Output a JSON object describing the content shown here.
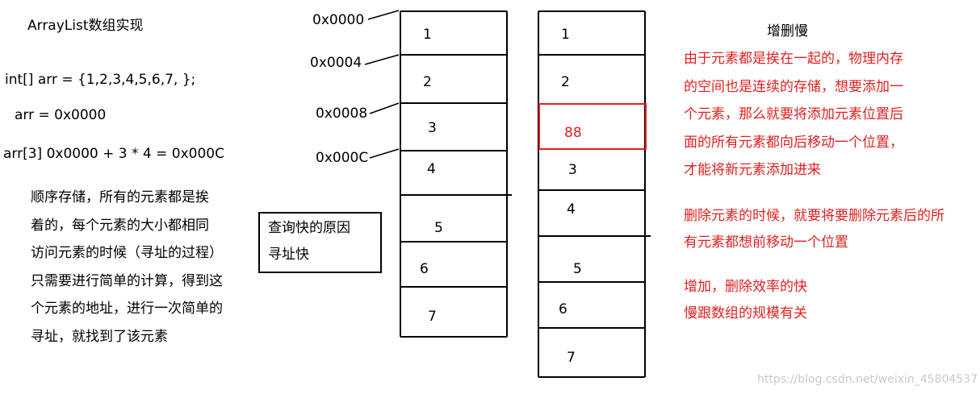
{
  "left": {
    "title": "ArrayList数组实现",
    "code1": "int[] arr = {1,2,3,4,5,6,7,  };",
    "code2": "arr = 0x0000",
    "code3": "arr[3]  0x0000 + 3 *  4 = 0x000C",
    "desc": [
      "顺序存储，所有的元素都是挨",
      "着的，每个元素的大小都相同",
      "访问元素的时候（寻址的过程）",
      "只需要进行简单的计算，得到这",
      "个元素的地址，进行一次简单的",
      "寻址，就找到了该元素"
    ]
  },
  "addresses": [
    "0x0000",
    "0x0004",
    "0x0008",
    "0x000C"
  ],
  "query_box": [
    "查询快的原因",
    "寻址快"
  ],
  "array1": [
    "1",
    "2",
    "3",
    "4",
    "5",
    "6",
    "7"
  ],
  "array2": [
    "1",
    "2",
    "88",
    "3",
    "4",
    "5",
    "6",
    "7"
  ],
  "right": {
    "title": "增删慢",
    "insert": [
      "由于元素都是挨在一起的，物理内存",
      "的空间也是连续的存储，想要添加一",
      "个元素，那么就要将添加元素位置后",
      "面的所有元素都向后移动一个位置，",
      "才能将新元素添加进来"
    ],
    "delete": [
      "删除元素的时候，就要将要删除元素后的所",
      "有元素都想前移动一个位置"
    ],
    "efficiency": [
      "增加，删除效率的快",
      "慢跟数组的规模有关"
    ]
  },
  "watermark": "https://blog.csdn.net/weixin_45804537",
  "colors": {
    "highlight": "#e0201f",
    "line": "#000000"
  }
}
